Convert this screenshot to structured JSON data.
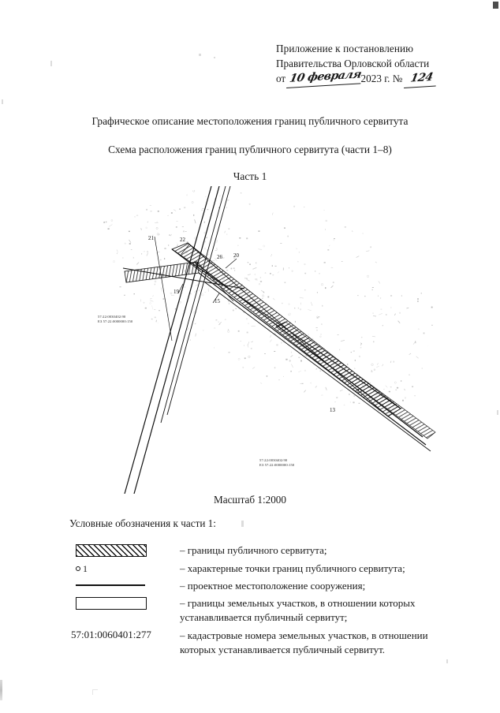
{
  "header": {
    "line1": "Приложение к постановлению",
    "line2": "Правительства Орловской области",
    "prefix": "от",
    "handwritten_date": "10 февраля",
    "year_text": "2023 г. №",
    "handwritten_number": "124"
  },
  "titles": {
    "main": "Графическое описание местоположения границ публичного сервитута",
    "sub": "Схема расположения границ публичного сервитута (части 1–8)",
    "part": "Часть 1"
  },
  "map": {
    "label_upper_left": {
      "line1": "57:22:0030402:90",
      "line2": "ЕЗ 57:22:0000000:150"
    },
    "label_lower": {
      "line1": "57:22:0030402:90",
      "line2": "ЕЗ 57:22:0000000:150"
    },
    "vertex_numbers": [
      "21",
      "22",
      "20",
      "19",
      "15",
      "13",
      "22"
    ]
  },
  "scale": "Масштаб 1:2000",
  "legend": {
    "title": "Условные обозначения к части 1:",
    "point_label": "1",
    "cadastral_number": "57:01:0060401:277",
    "items": [
      {
        "symbol": "hatched-band",
        "text": "– границы публичного сервитута;"
      },
      {
        "symbol": "point-marker",
        "text": "– характерные точки границ публичного сервитута;"
      },
      {
        "symbol": "solid-line",
        "text": "– проектное местоположение сооружения;"
      },
      {
        "symbol": "hollow-rect",
        "text": "– границы земельных участков, в отношении которых",
        "text2": "устанавливается публичный сервитут;"
      },
      {
        "symbol": "cadastral-text",
        "text": "– кадастровые номера земельных участков, в отношении",
        "text2": "которых устанавливается публичный сервитут."
      }
    ]
  },
  "colors": {
    "ink": "#1a1a1a",
    "paper": "#ffffff"
  }
}
